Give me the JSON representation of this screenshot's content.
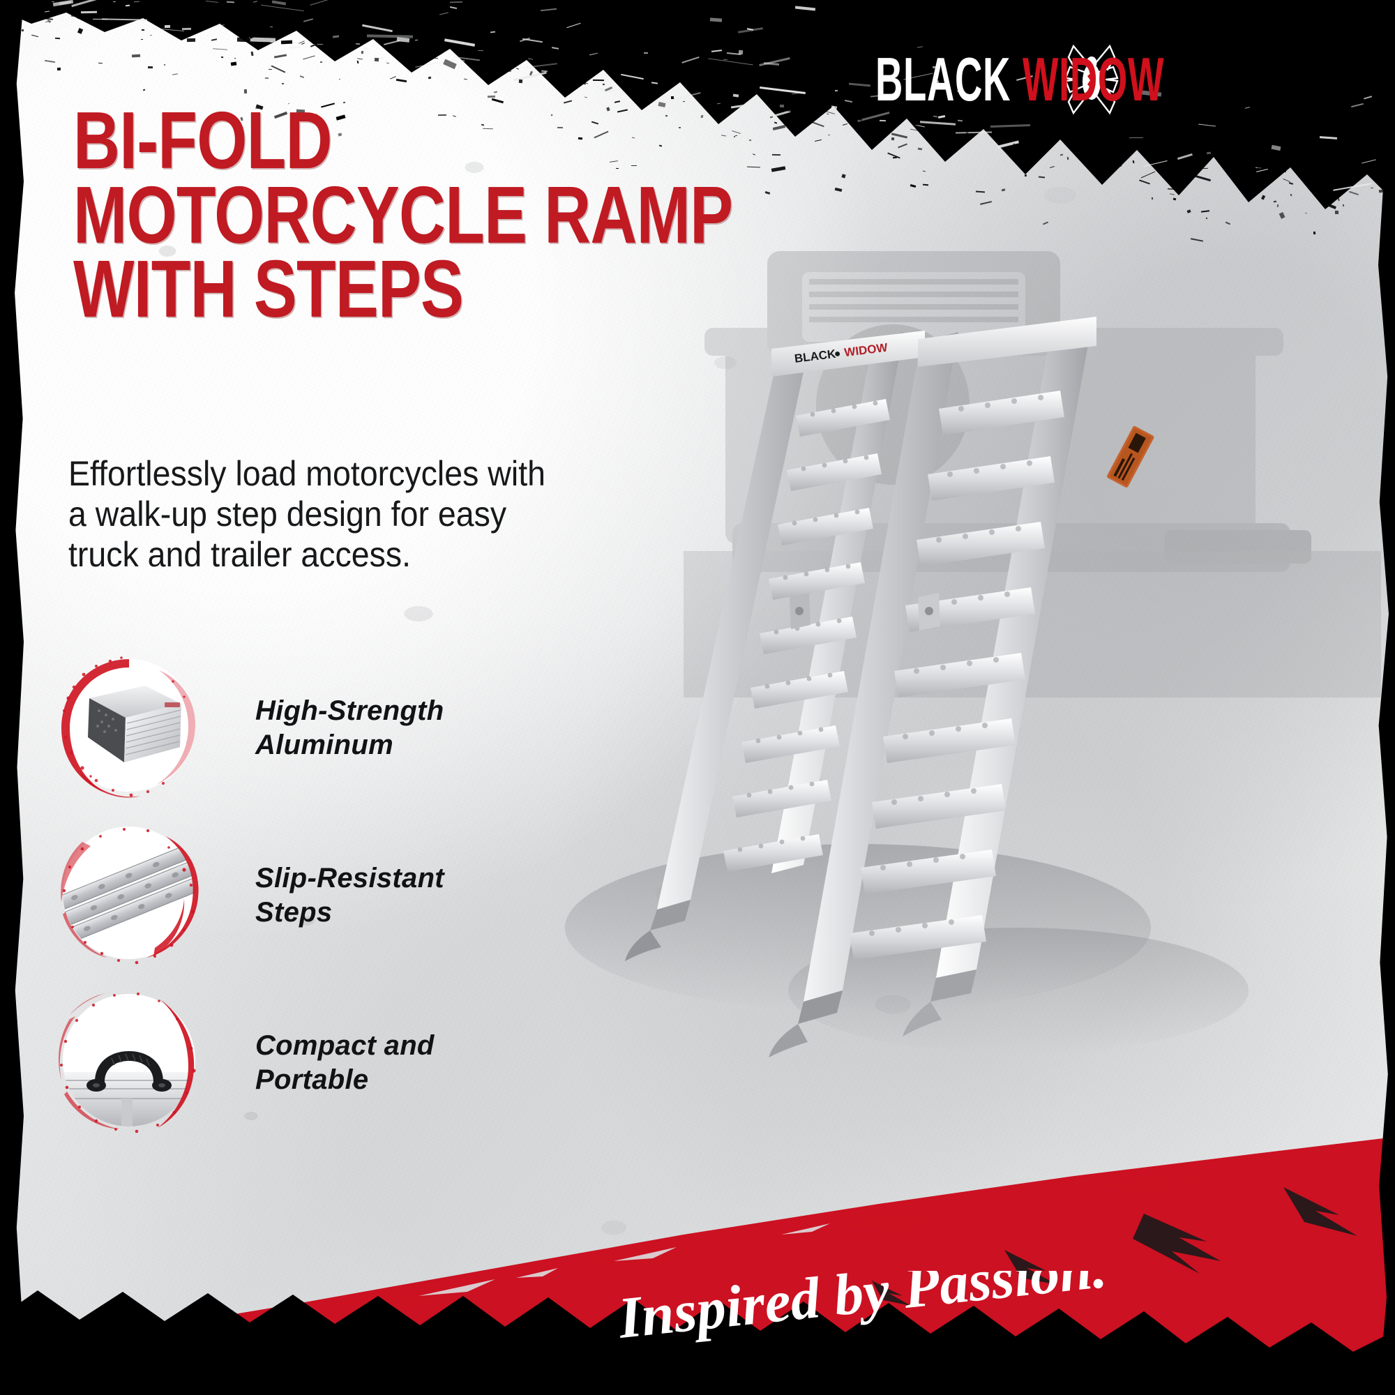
{
  "brand": {
    "logo_word_1": "BLACK",
    "logo_word_2": "WIDOW",
    "logo_icon": "spider-icon",
    "color_white": "#ffffff",
    "color_red": "#d0101c"
  },
  "headline": {
    "line1": "BI-FOLD",
    "line2": "MOTORCYCLE RAMP",
    "line3": "WITH STEPS",
    "color": "#c01a22"
  },
  "subtitle": {
    "line1": "Effortlessly load motorcycles with",
    "line2": "a walk-up step design for easy",
    "line3": "truck and trailer access."
  },
  "features": [
    {
      "label_line1": "High-Strength",
      "label_line2": "Aluminum",
      "icon": "folded-ramp-photo",
      "ring_color": "#cf1724"
    },
    {
      "label_line1": "Slip-Resistant",
      "label_line2": "Steps",
      "icon": "ramp-step-rung-photo",
      "ring_color": "#cf1724"
    },
    {
      "label_line1": "Compact and",
      "label_line2": "Portable",
      "icon": "carry-handle-photo",
      "ring_color": "#cf1724"
    }
  ],
  "product": {
    "image_name": "bifold-motorcycle-ramp-with-steps-photo",
    "ramp_plate_label_1": "BLACK",
    "ramp_plate_label_2": "WIDOW",
    "warning_sticker": "warning-label",
    "background_vehicle": "pickup-truck-tailgate"
  },
  "tagline": {
    "text": "Inspired by Passion.",
    "color": "#ffffff",
    "band_color": "#cc1122"
  },
  "palette": {
    "background": "#e8e9ea",
    "frame": "#000000",
    "accent_red": "#c01a22",
    "band_red": "#cc1122",
    "text_dark": "#17181a"
  }
}
